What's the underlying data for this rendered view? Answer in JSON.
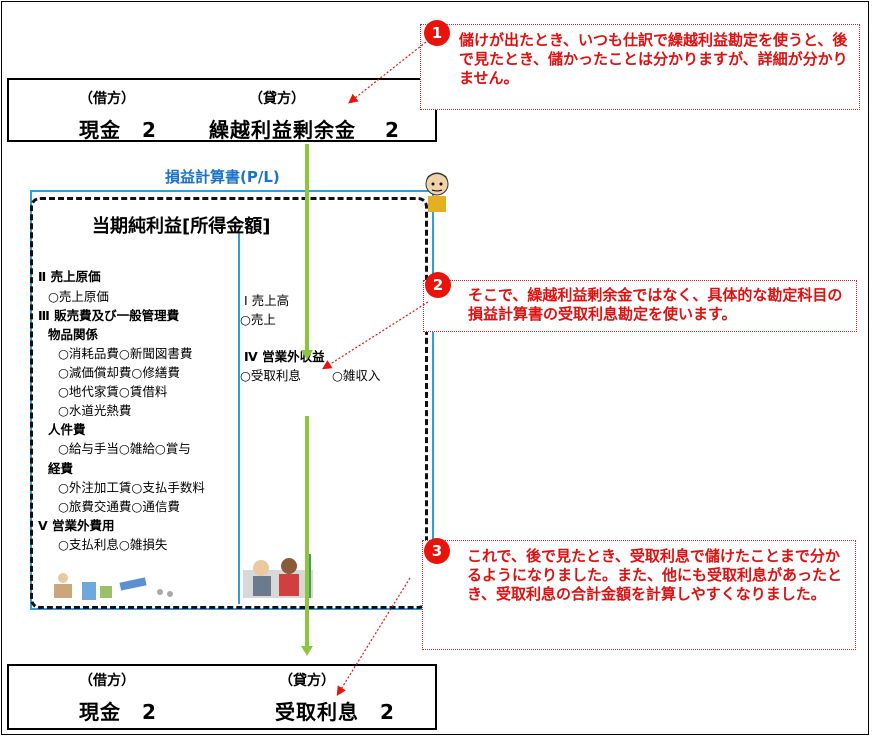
{
  "top_entry": {
    "debit_header": "（借方）",
    "credit_header": "（貸方）",
    "debit": "現金　2",
    "credit": "繰越利益剰余金　 2"
  },
  "notes": [
    {
      "num": "1",
      "text": "儲けが出たとき、いつも仕訳で繰越利益勘定を使うと、後で見たとき、儲かったことは分かりますが、詳細が分かりません。"
    },
    {
      "num": "2",
      "text": "そこで、繰越利益剰余金ではなく、具体的な勘定科目の損益計算書の受取利息勘定を使います。"
    },
    {
      "num": "3",
      "text": "これで、後で見たとき、受取利息で儲けたことまで分かるようになりました。また、他にも受取利息があったとき、受取利息の合計金額を計算しやすくなりました。"
    }
  ],
  "pl": {
    "title": "損益計算書(P/L)",
    "net_income": "当期純利益[所得金額]",
    "left": [
      {
        "text": "Ⅱ 売上原価",
        "bold": true,
        "indent": 0
      },
      {
        "text": "○売上原価",
        "bold": false,
        "indent": 1
      },
      {
        "text": "Ⅲ 販売費及び一般管理費",
        "bold": true,
        "indent": 0
      },
      {
        "text": "物品関係",
        "bold": true,
        "indent": 1
      },
      {
        "text": "○消耗品費○新聞図書費",
        "bold": false,
        "indent": 2
      },
      {
        "text": "○減価償却費○修繕費",
        "bold": false,
        "indent": 2
      },
      {
        "text": "○地代家賃○賃借料",
        "bold": false,
        "indent": 2
      },
      {
        "text": "○水道光熱費",
        "bold": false,
        "indent": 2
      },
      {
        "text": "人件費",
        "bold": true,
        "indent": 1
      },
      {
        "text": "○給与手当○雑給○賞与",
        "bold": false,
        "indent": 2
      },
      {
        "text": "経費",
        "bold": true,
        "indent": 1
      },
      {
        "text": "○外注加工賃○支払手数料",
        "bold": false,
        "indent": 2
      },
      {
        "text": "○旅費交通費○通信費",
        "bold": false,
        "indent": 2
      },
      {
        "text": "Ⅴ 営業外費用",
        "bold": true,
        "indent": 0
      },
      {
        "text": "○支払利息○雑損失",
        "bold": false,
        "indent": 2
      }
    ],
    "right": {
      "sales_header": "Ⅰ 売上高",
      "sales_item": "○売上",
      "nonop_header": "Ⅳ 営業外収益",
      "nonop_item1": "○受取利息",
      "nonop_item2": "○雑収入"
    }
  },
  "bottom_entry": {
    "debit_header": "（借方）",
    "credit_header": "（貸方）",
    "debit": "現金　2",
    "credit": "受取利息　2"
  },
  "colors": {
    "accent_red": "#e8140c",
    "pl_blue": "#2ea0d8",
    "arrow_green": "#8cc63f"
  }
}
